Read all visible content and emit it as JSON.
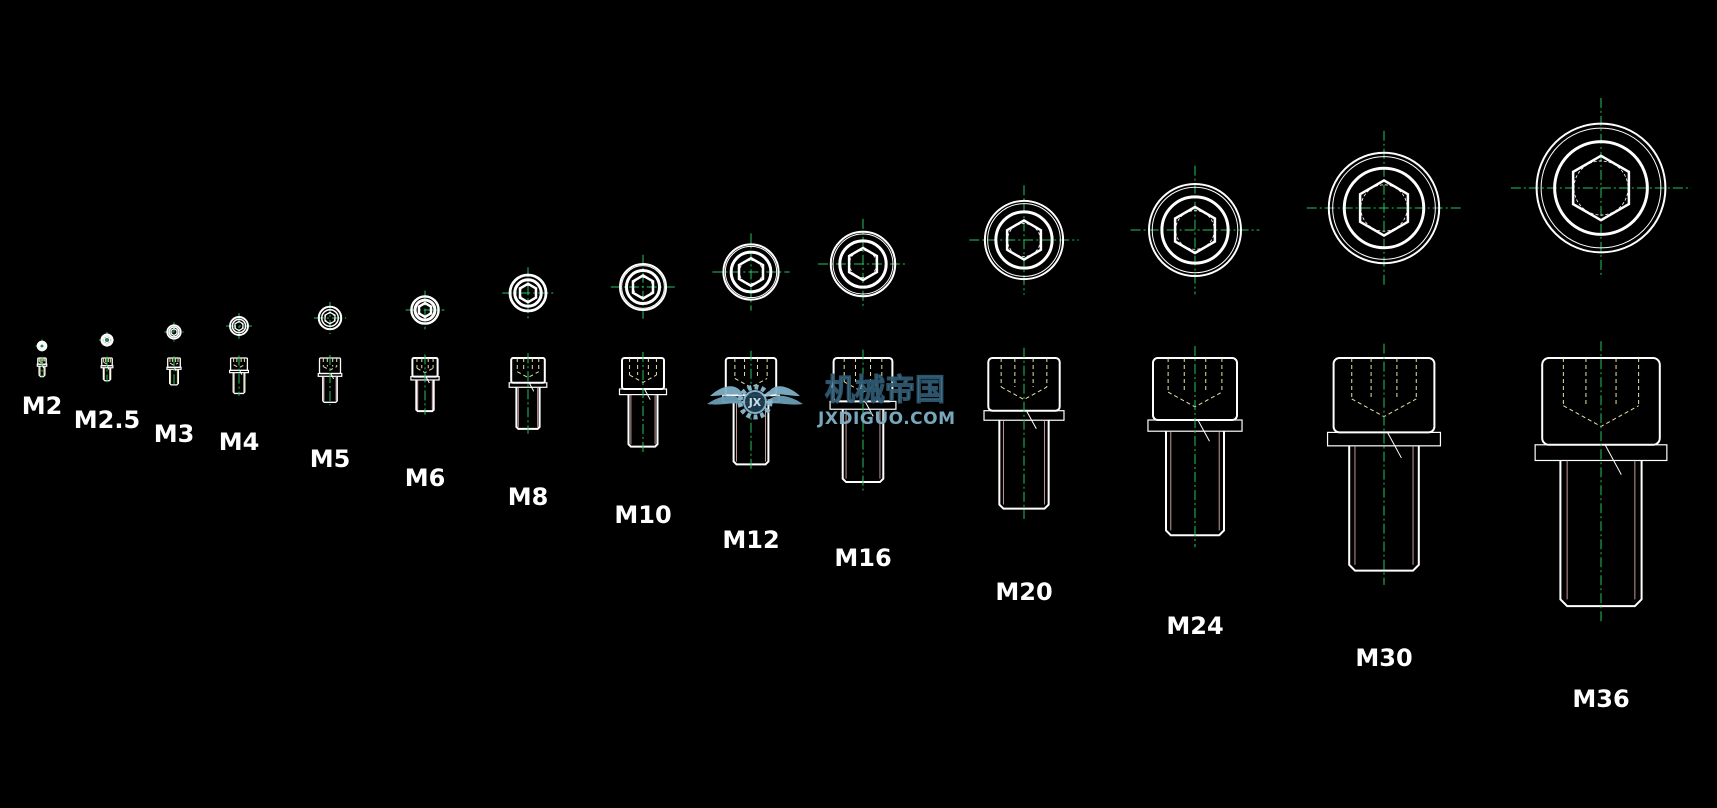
{
  "drawing": {
    "title": "",
    "background_color": "#000000",
    "line_color": "#ffffff",
    "centerline_color": "#22c55e",
    "hidden_line_color": "#e7e2a6",
    "label_color": "#ffffff"
  },
  "bolts": [
    {
      "label": "M2"
    },
    {
      "label": "M2.5"
    },
    {
      "label": "M3"
    },
    {
      "label": "M4"
    },
    {
      "label": "M5"
    },
    {
      "label": "M6"
    },
    {
      "label": "M8"
    },
    {
      "label": "M10"
    },
    {
      "label": "M12"
    },
    {
      "label": "M16"
    },
    {
      "label": "M20"
    },
    {
      "label": "M24"
    },
    {
      "label": "M30"
    },
    {
      "label": "M36"
    }
  ],
  "watermark": {
    "text_cn": "机械帝国",
    "text_en": "JXDIGUO.COM",
    "emblem": "JX",
    "emblem_icon": "gear-wings-emblem",
    "color": "#7fb0c7"
  }
}
